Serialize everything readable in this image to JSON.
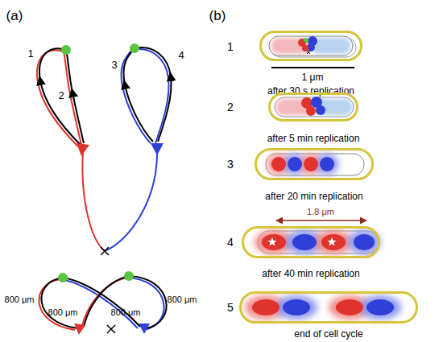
{
  "diagram": {
    "nodes": [
      {
        "text": [
          "after 30 s replication"
        ]
      },
      {
        "text": [
          "after 5 min replication"
        ]
      },
      {
        "text": [
          "after 20 min replication"
        ]
      },
      {
        "text": [
          "after 40 min replication"
        ]
      },
      {
        "text": [
          "end of cell cycle"
        ]
      }
    ],
    "labels": [
      "(a)",
      "1",
      "2",
      "3",
      "4",
      "800 μm",
      "800 μm",
      "800 μm",
      "800 μm",
      "(b)",
      "1",
      "1 μm",
      "2",
      "3",
      "4",
      "1.8 μm",
      "5"
    ]
  }
}
